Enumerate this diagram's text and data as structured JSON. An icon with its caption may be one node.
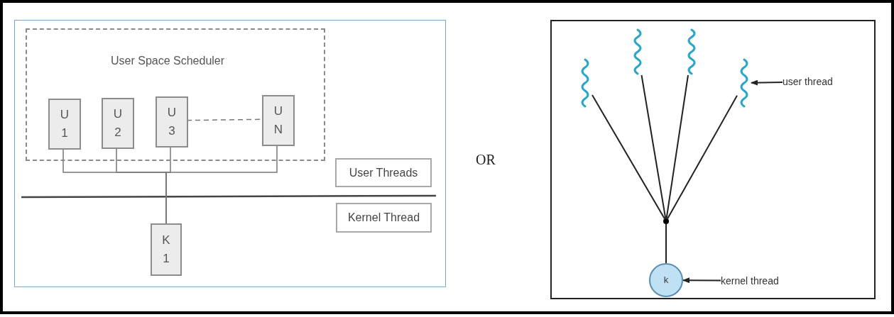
{
  "diagram": {
    "nodes": [
      {
        "text": [
          "User Space Scheduler"
        ]
      },
      {
        "text": [
          "U 1"
        ],
        "in": 0
      },
      {
        "text": [
          "U 2"
        ],
        "in": 0
      },
      {
        "text": [
          "U 3"
        ],
        "in": 0
      },
      {
        "text": [
          "U N"
        ],
        "in": 0
      },
      {
        "text": [
          "K 1"
        ]
      },
      {
        "text": [
          "User Threads"
        ]
      },
      {
        "text": [
          "Kernel Thread"
        ]
      },
      {
        "text": [],
        "shape": "wave"
      },
      {
        "text": [],
        "shape": "wave"
      },
      {
        "text": [],
        "shape": "wave"
      },
      {
        "text": [],
        "shape": "wave"
      },
      {
        "text": [],
        "shape": "dot"
      },
      {
        "text": [
          "k"
        ]
      },
      {
        "text": [
          "user thread"
        ]
      },
      {
        "text": [
          "kernel thread"
        ]
      }
    ],
    "edges": [
      {
        "from": 1,
        "to": 5,
        "arrow": "none"
      },
      {
        "from": 2,
        "to": 5,
        "arrow": "none"
      },
      {
        "from": 3,
        "to": 5,
        "arrow": "none"
      },
      {
        "from": 4,
        "to": 5,
        "arrow": "none"
      },
      {
        "from": 3,
        "to": 4,
        "arrow": "none",
        "style": "dashed"
      },
      {
        "from": 8,
        "to": 12,
        "arrow": "none"
      },
      {
        "from": 9,
        "to": 12,
        "arrow": "none"
      },
      {
        "from": 10,
        "to": 12,
        "arrow": "none"
      },
      {
        "from": 11,
        "to": 12,
        "arrow": "none"
      },
      {
        "from": 12,
        "to": 13,
        "arrow": "none"
      },
      {
        "from": 14,
        "to": 11,
        "arrow": "to"
      },
      {
        "from": 15,
        "to": 13,
        "arrow": "to"
      }
    ],
    "labels": [
      "OR"
    ]
  }
}
